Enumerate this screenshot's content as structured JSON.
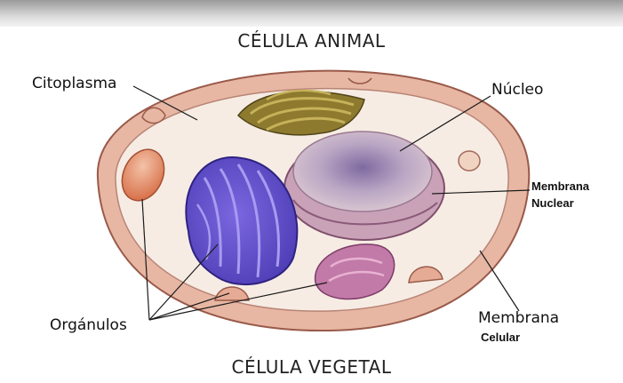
{
  "titles": {
    "top": "CÉLULA ANIMAL",
    "bottom": "CÉLULA VEGETAL"
  },
  "labels": {
    "citoplasma": "Citoplasma",
    "nucleo": "Núcleo",
    "membrana_nuclear_line1": "Membrana",
    "membrana_nuclear_line2": "Nuclear",
    "organulos": "Orgánulos",
    "membrana_celular_line1": "Membrana",
    "membrana_celular_line2": "Celular"
  }
}
